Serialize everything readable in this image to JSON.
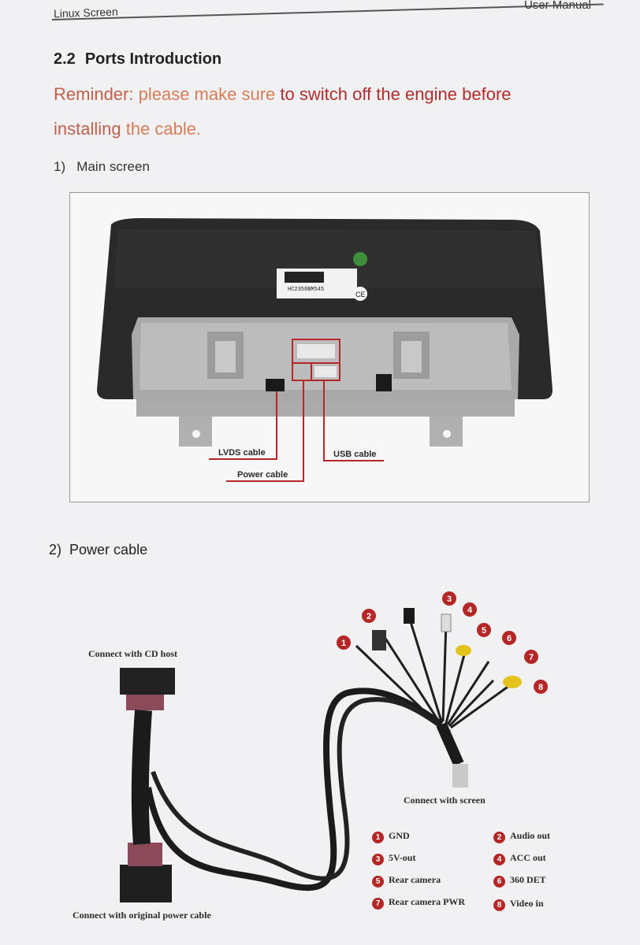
{
  "header": {
    "left": "Linux Screen",
    "right": "User Manual"
  },
  "section": {
    "number": "2.2",
    "title": "Ports Introduction"
  },
  "reminder": {
    "part1": "Reminder:",
    "part2": "please make sure",
    "part3": "to switch off the engine before",
    "part4": "installing",
    "part5": "the cable."
  },
  "main_screen": {
    "heading_num": "1)",
    "heading": "Main screen",
    "label_code": "HC2358BM545",
    "labels": {
      "lvds": "LVDS cable",
      "power": "Power cable",
      "usb": "USB cable"
    }
  },
  "power_cable": {
    "heading_num": "2)",
    "heading": "Power cable",
    "cd_host": "Connect with CD host",
    "screen": "Connect with screen",
    "original": "Connect with original power cable",
    "legend": [
      {
        "n": "1",
        "label": "GND"
      },
      {
        "n": "2",
        "label": "Audio out"
      },
      {
        "n": "3",
        "label": "5V-out"
      },
      {
        "n": "4",
        "label": "ACC out"
      },
      {
        "n": "5",
        "label": "Rear camera"
      },
      {
        "n": "6",
        "label": "360 DET"
      },
      {
        "n": "7",
        "label": "Rear camera PWR"
      },
      {
        "n": "8",
        "label": "Video in"
      }
    ]
  },
  "colors": {
    "accent": "#b52626",
    "reminder_orange": "#d87d58",
    "reminder_red": "#b22c2c"
  }
}
